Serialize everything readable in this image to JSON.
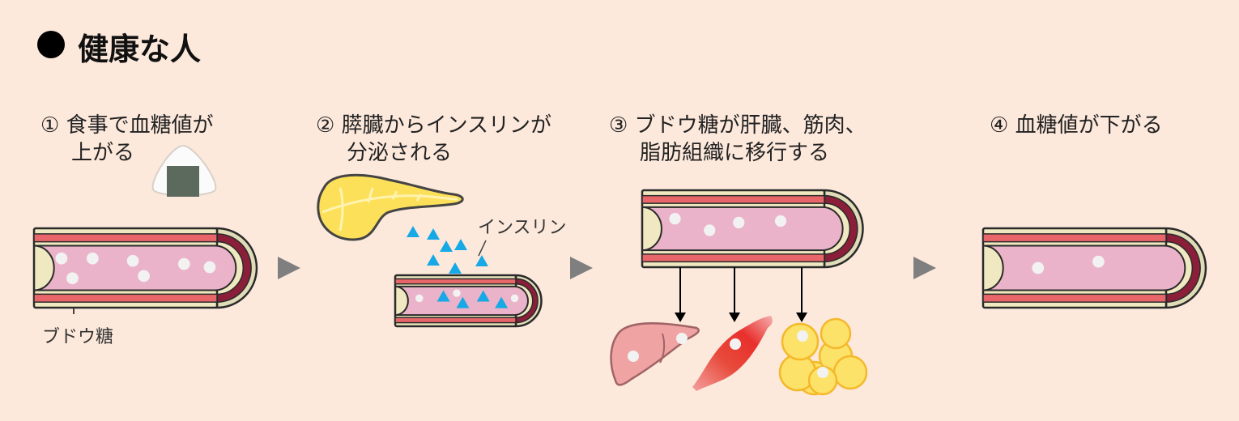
{
  "title": "健康な人",
  "steps": [
    {
      "line1": "① 食事で血糖値が",
      "line2": "上がる"
    },
    {
      "line1": "② 膵臓からインスリンが",
      "line2": "分泌される"
    },
    {
      "line1": "③ ブドウ糖が肝臓、筋肉、",
      "line2": "脂肪組織に移行する"
    },
    {
      "line1": "④ 血糖値が下がる",
      "line2": ""
    }
  ],
  "labels": {
    "glucose": "ブドウ糖",
    "insulin": "インスリン"
  },
  "icons": [
    "onigiri-icon",
    "pancreas-icon",
    "liver-icon",
    "muscle-icon",
    "fat-cells-icon",
    "arrow-right-icon",
    "insulin-triangle-icon"
  ],
  "colors": {
    "background": "#fde9dc",
    "lumen": "#ebb3c9",
    "wall_red": "#e8666a",
    "wall_cream": "#efe8c0",
    "insulin": "#17a9e6",
    "glucose": "#f2f2f2",
    "arrow": "#7f7f7f"
  }
}
